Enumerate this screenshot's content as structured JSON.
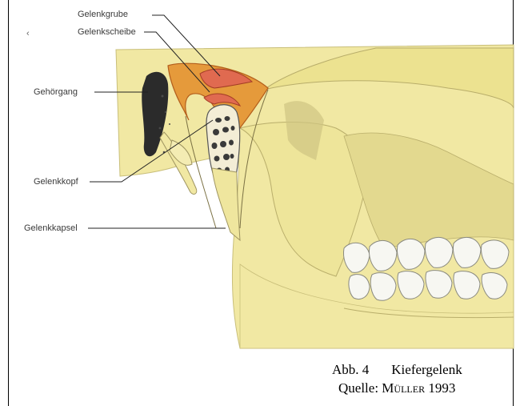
{
  "labels": {
    "gelenkgrube": "Gelenkgrube",
    "gelenkscheibe": "Gelenkscheibe",
    "gehoergang": "Gehörgang",
    "gelenkkopf": "Gelenkkopf",
    "gelenkkapsel": "Gelenkkapsel",
    "margin_mark": "‹"
  },
  "caption": {
    "figure_number": "Abb. 4",
    "figure_title": "Kiefergelenk",
    "source_prefix": "Quelle: ",
    "source_author": "Müller",
    "source_year": " 1993"
  },
  "colors": {
    "bone": "#f1e8a3",
    "bone_shadow": "#d9cf86",
    "disc": "#e59a3b",
    "fossa": "#e06a50",
    "teeth": "#f7f7f2",
    "canal": "#2b2b2b"
  }
}
